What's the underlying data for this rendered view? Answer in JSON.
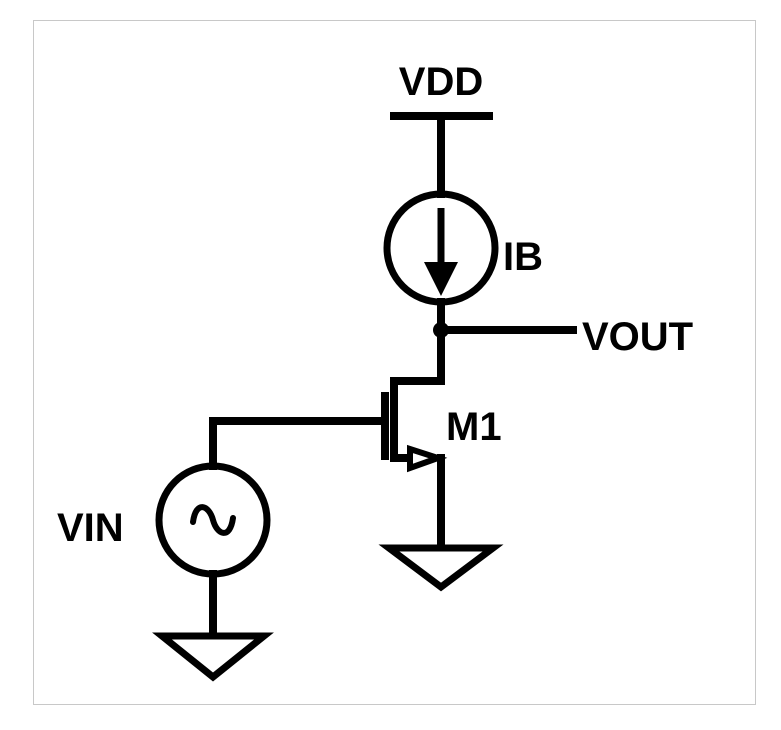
{
  "diagram": {
    "title": "Common-source amplifier with current-source load",
    "labels": {
      "supply": "VDD",
      "bias_current": "IB",
      "output": "VOUT",
      "transistor": "M1",
      "input": "VIN"
    },
    "components": [
      {
        "id": "VDD",
        "type": "supply-rail"
      },
      {
        "id": "IB",
        "type": "current-source",
        "direction": "down"
      },
      {
        "id": "M1",
        "type": "nmos-transistor"
      },
      {
        "id": "VIN",
        "type": "ac-voltage-source"
      },
      {
        "id": "GND1",
        "type": "ground"
      },
      {
        "id": "GND2",
        "type": "ground"
      }
    ],
    "connections": [
      [
        "VDD",
        "IB.top"
      ],
      [
        "IB.bottom",
        "VOUT"
      ],
      [
        "VOUT",
        "M1.drain"
      ],
      [
        "M1.source",
        "GND1"
      ],
      [
        "VIN.top",
        "M1.gate"
      ],
      [
        "VIN.bottom",
        "GND2"
      ]
    ],
    "colors": {
      "stroke": "#000000",
      "background": "#ffffff",
      "frame": "#c8c8c8"
    }
  }
}
